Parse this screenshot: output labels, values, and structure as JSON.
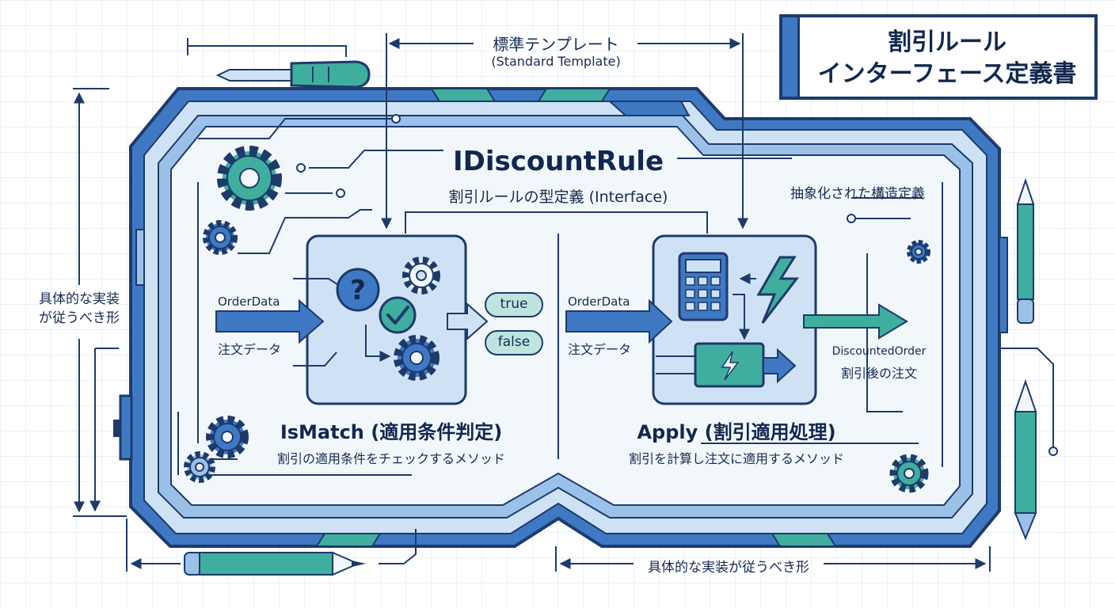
{
  "title": {
    "line1": "割引ルール",
    "line2": "インターフェース定義書"
  },
  "template_label": {
    "jp": "標準テンプレート",
    "en": "(Standard Template)"
  },
  "interface": {
    "name": "IDiscountRule",
    "subtitle": "割引ルールの型定義 (Interface)"
  },
  "abstract_note": "抽象化された構造定義",
  "left_dimension_label": {
    "line1": "具体的な実装",
    "line2": "が従うべき形"
  },
  "bottom_dimension_label": "具体的な実装が従うべき形",
  "ismatch": {
    "input_en": "OrderData",
    "input_jp": "注文データ",
    "output_true": "true",
    "output_false": "false",
    "title": "IsMatch (適用条件判定)",
    "description": "割引の適用条件をチェックするメソッド"
  },
  "apply": {
    "input_en": "OrderData",
    "input_jp": "注文データ",
    "output_en": "DiscountedOrder",
    "output_jp": "割引後の注文",
    "title": "Apply (割引適用処理)",
    "description": "割引を計算し注文に適用するメソッド"
  },
  "colors": {
    "navy": "#1e3a6b",
    "blue": "#3f79c4",
    "light_blue": "#cfe2f5",
    "teal": "#3fae9f",
    "panel_bg": "#f2f7fc"
  },
  "icons": [
    "gear-icon",
    "question-icon",
    "check-icon",
    "calculator-icon",
    "lightning-icon",
    "screwdriver-icon",
    "pencil-icon"
  ]
}
